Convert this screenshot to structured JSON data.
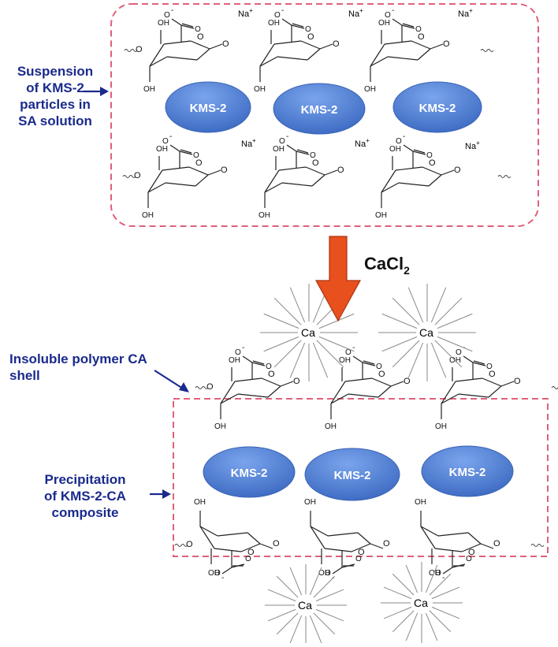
{
  "labels": {
    "suspension": [
      "Suspension",
      "of KMS-2",
      "particles in",
      "SA solution"
    ],
    "shell": [
      "Insoluble polymer CA",
      "shell"
    ],
    "precipitation": [
      "Precipitation",
      "of KMS-2-CA",
      "composite"
    ]
  },
  "particle_label": "KMS-2",
  "reagent": {
    "main": "CaCl",
    "subscript": "2"
  },
  "ion_labels": {
    "sodium": "Na",
    "sodium_charge": "+",
    "calcium": "Ca"
  },
  "group_labels": {
    "hydroxyl": "OH",
    "oxygen": "O",
    "charge": "-"
  },
  "colors": {
    "label_text": "#1a2a8c",
    "particle_fill": "#4f7fd4",
    "arrow_fill": "#e8501e",
    "box_stroke": "#e0607a"
  }
}
